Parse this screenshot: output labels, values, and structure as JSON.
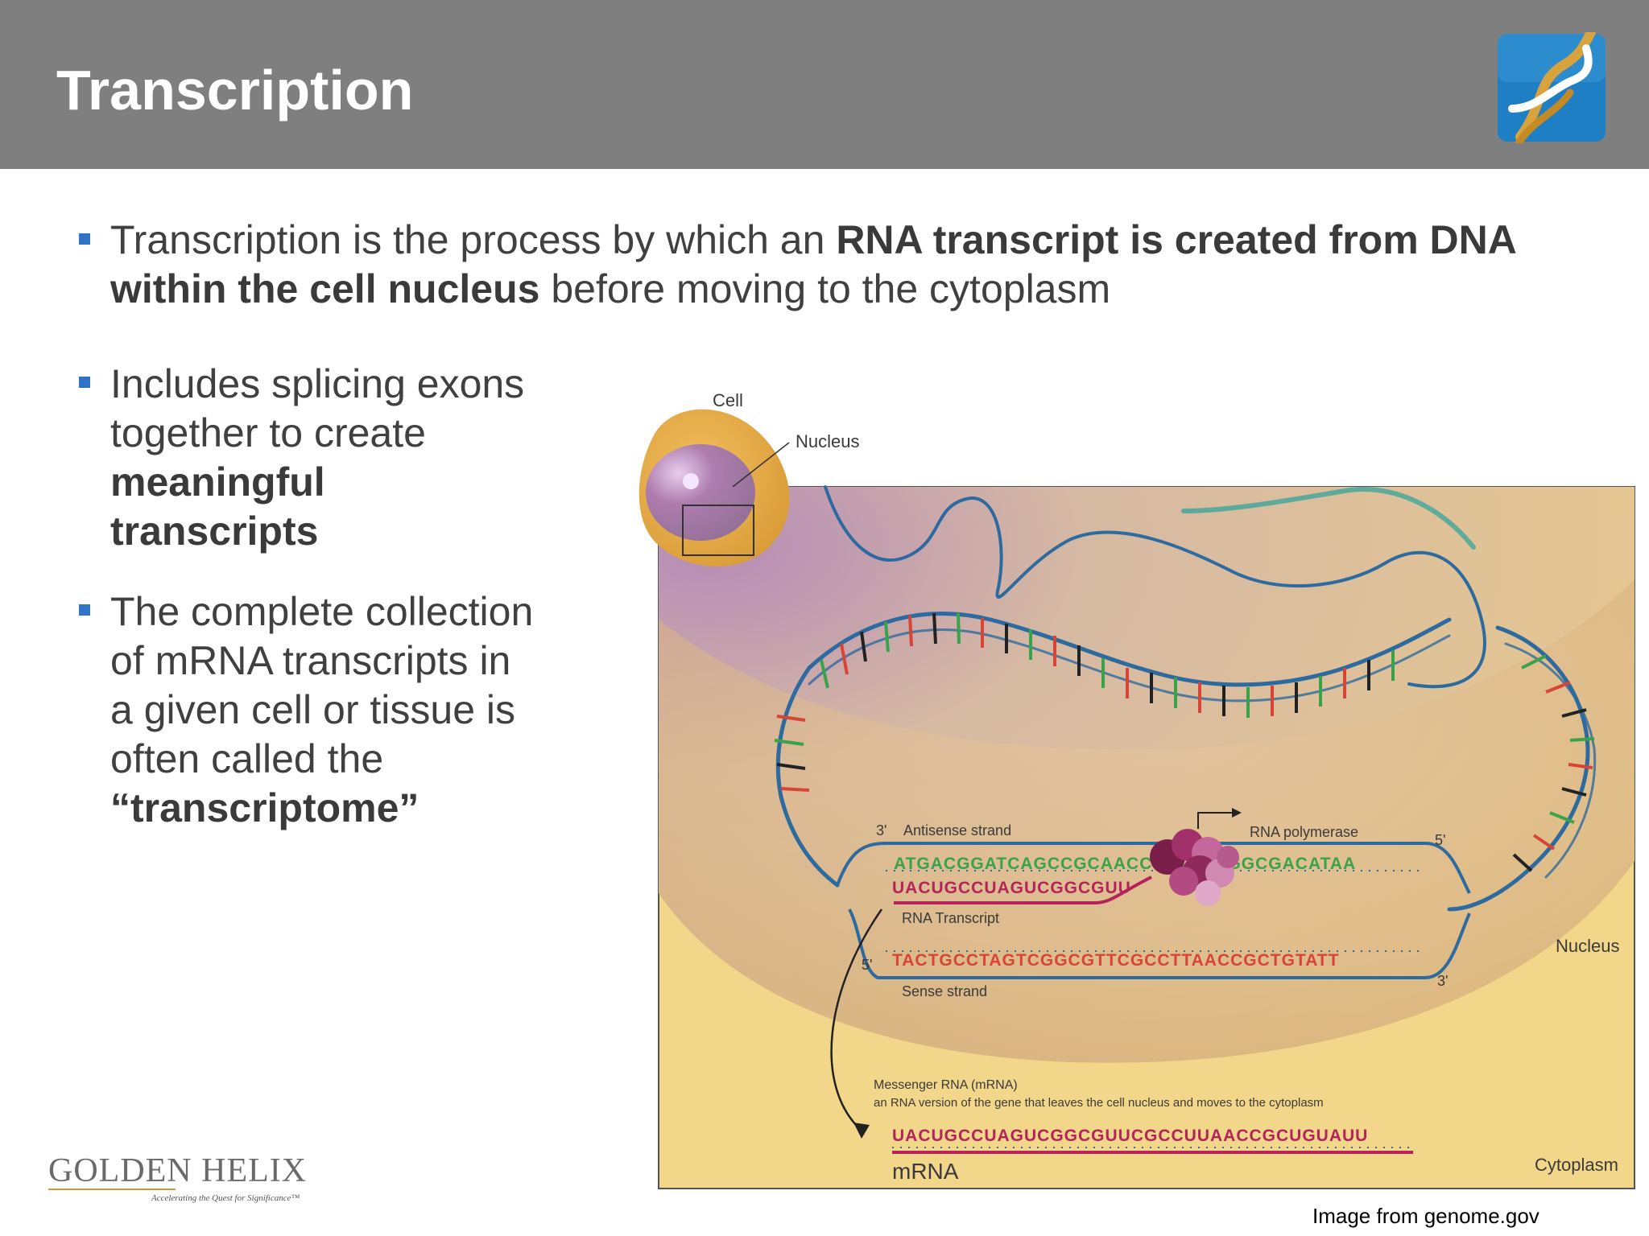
{
  "slide": {
    "title": "Transcription",
    "bullets": [
      {
        "pre": "Transcription is the process by which an ",
        "bold_line1": "RNA transcript is created from DNA",
        "bold_line2": "within the cell nucleus",
        "post": " before moving to the cytoplasm"
      },
      {
        "line1": "Includes splicing exons",
        "line2": "together to create",
        "bold1": "meaningful",
        "bold2": "transcripts"
      },
      {
        "line1": "The complete collection",
        "line2": "of mRNA transcripts in",
        "line3": "a given cell or tissue is",
        "line4": "often called the",
        "bold": "“transcriptome”"
      }
    ],
    "credit": "Image from genome.gov"
  },
  "diagram": {
    "cell_label": "Cell",
    "nucleus_pointer_label": "Nucleus",
    "nucleus_label": "Nucleus",
    "cytoplasm_label": "Cytoplasm",
    "antisense_3": "3'",
    "antisense_label": "Antisense strand",
    "rna_polymerase_label": "RNA polymerase",
    "five_prime_top": "5'",
    "antisense_seq": "ATGACGGATCAGCCGCAACCGGCATTGGCGACATAA",
    "rna_transcript_seq": "UACUGCCUAGUCGGCGUU",
    "rna_transcript_label": "RNA Transcript",
    "sense_5": "5'",
    "sense_seq": "TACTGCCTAGTCGGCGTTCGCCTTAACCGCTGTATT",
    "sense_3": "3'",
    "sense_label": "Sense strand",
    "mrna_title": "Messenger RNA (mRNA)",
    "mrna_desc": "an RNA version of the gene that leaves the cell nucleus and moves to the cytoplasm",
    "mrna_seq": "UACUGCCUAGUCGGCGUUCGCCUUAACCGCUGUAUU",
    "mrna_label": "mRNA"
  },
  "footer_logo": {
    "name": "GOLDEN HELIX",
    "tagline": "Accelerating the Quest for Significance™"
  },
  "colors": {
    "header": "#7f7f7f",
    "bullet": "#2f74c6",
    "dna_strand": "#2d6aa0",
    "cytoplasm_bg": "#f3d98e",
    "nucleus_bg": "#d9b07a",
    "mrna": "#b4235a"
  }
}
